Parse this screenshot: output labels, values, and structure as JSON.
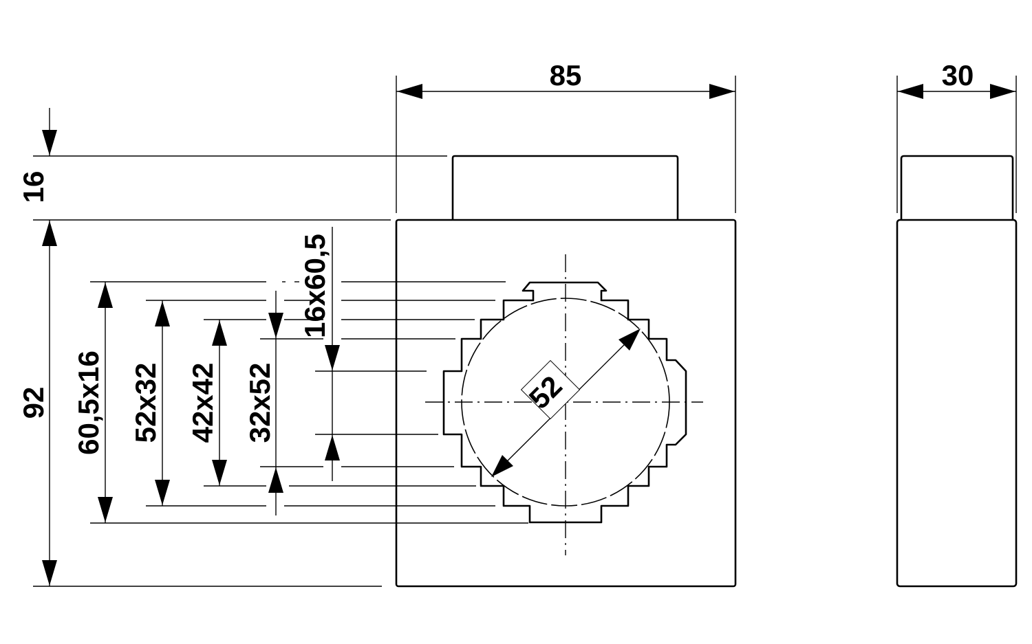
{
  "diagram": {
    "dimensions": {
      "width": "85",
      "depth": "30",
      "top_height": "16",
      "body_height": "92",
      "bar_60_5x16": "60,5x16",
      "bar_52x32": "52x32",
      "bar_42x42": "42x42",
      "bar_32x52": "32x52",
      "bar_16x60_5": "16x60,5",
      "cable_diameter": "52"
    }
  }
}
